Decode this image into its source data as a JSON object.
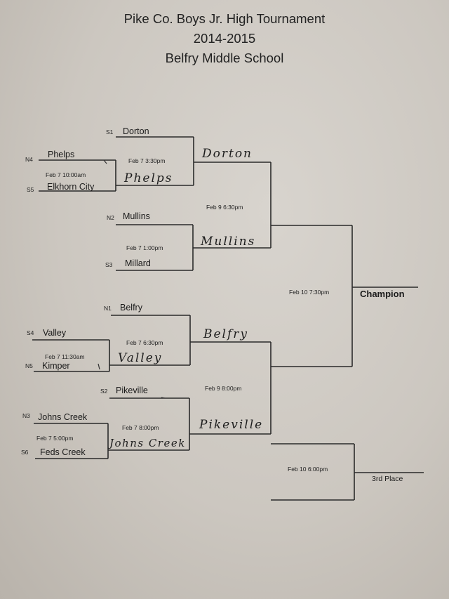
{
  "header": {
    "title": "Pike Co. Boys Jr. High Tournament",
    "season": "2014-2015",
    "venue": "Belfry Middle School"
  },
  "first_round": [
    {
      "date": "Feb 7 10:00am",
      "top": {
        "seed": "N4",
        "team": "Phelps"
      },
      "bottom": {
        "seed": "S5",
        "team": "Elkhorn City"
      },
      "winner": "Phelps"
    },
    {
      "date": "Feb 7 11:30am",
      "top": {
        "seed": "S4",
        "team": "Valley"
      },
      "bottom": {
        "seed": "N5",
        "team": "Kimper"
      },
      "winner": "Valley"
    },
    {
      "date": "Feb 7 5:00pm",
      "top": {
        "seed": "N3",
        "team": "Johns Creek"
      },
      "bottom": {
        "seed": "S6",
        "team": "Feds Creek"
      },
      "winner": "Johns Creek"
    }
  ],
  "quarterfinals": [
    {
      "date": "Feb 7 3:30pm",
      "top": {
        "seed": "S1",
        "team": "Dorton"
      },
      "winner": "Dorton"
    },
    {
      "date": "Feb 7 1:00pm",
      "top": {
        "seed": "N2",
        "team": "Mullins"
      },
      "bottom": {
        "seed": "S3",
        "team": "Millard"
      },
      "winner": "Mullins"
    },
    {
      "date": "Feb 7 6:30pm",
      "top": {
        "seed": "N1",
        "team": "Belfry"
      },
      "winner": "Belfry"
    },
    {
      "date": "Feb 7 8:00pm",
      "top": {
        "seed": "S2",
        "team": "Pikeville"
      },
      "winner": "Pikeville"
    }
  ],
  "semifinals": [
    {
      "date": "Feb 9 6:30pm"
    },
    {
      "date": "Feb 9 8:00pm"
    }
  ],
  "final": {
    "date": "Feb 10 7:30pm",
    "label": "Champion"
  },
  "third_place": {
    "date": "Feb 10 6:00pm",
    "label": "3rd Place"
  }
}
